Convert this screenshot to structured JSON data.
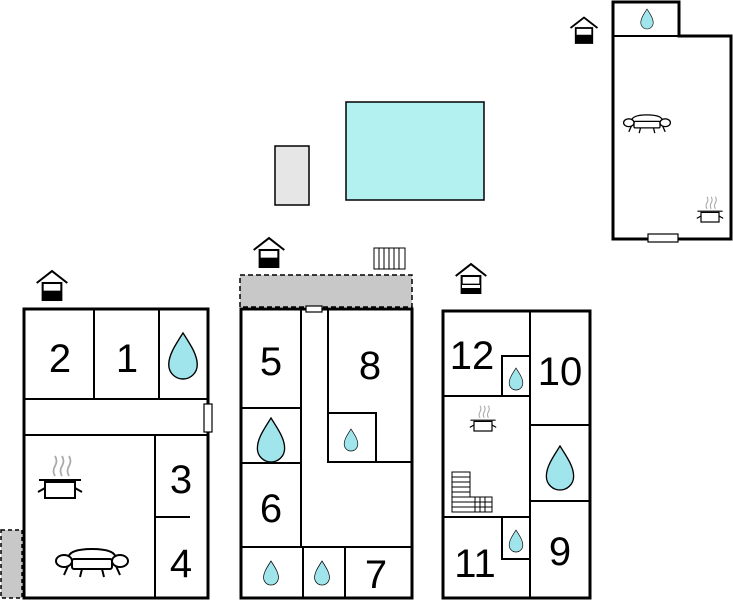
{
  "colors": {
    "wall": "#000000",
    "pool": "#b3f0f0",
    "water_drop": "#a0e4ec",
    "terrace": "#c8c8c8",
    "shed": "#e6e6e6"
  },
  "icons": [
    "house-entrance-icon",
    "water-drop-icon",
    "sofa-icon",
    "cooking-pot-icon",
    "stairs-icon",
    "radiator-icon"
  ],
  "buildings": [
    {
      "id": "building-a",
      "rooms": [
        {
          "number": "2"
        },
        {
          "number": "1"
        },
        {
          "number": "3"
        },
        {
          "number": "4"
        }
      ]
    },
    {
      "id": "building-b",
      "rooms": [
        {
          "number": "5"
        },
        {
          "number": "8"
        },
        {
          "number": "6"
        },
        {
          "number": "7"
        }
      ]
    },
    {
      "id": "building-c",
      "rooms": [
        {
          "number": "12"
        },
        {
          "number": "10"
        },
        {
          "number": "11"
        },
        {
          "number": "9"
        }
      ]
    }
  ]
}
